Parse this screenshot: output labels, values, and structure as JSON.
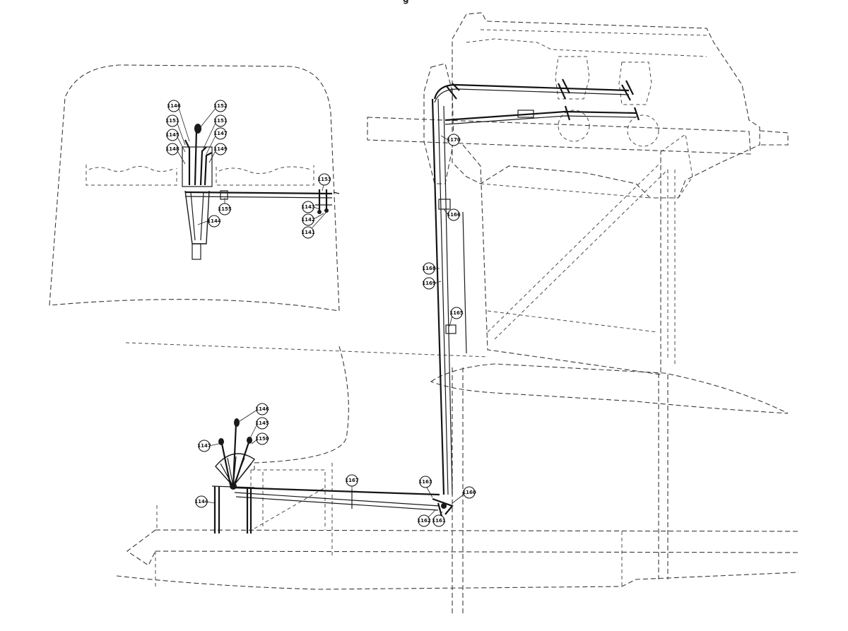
{
  "diagram": {
    "header_fragment": "g",
    "callouts": [
      {
        "id": "c1146-top",
        "label": "1146"
      },
      {
        "id": "c1152-top",
        "label": "1152"
      },
      {
        "id": "c1151-top",
        "label": "1151"
      },
      {
        "id": "c1151b-top",
        "label": "1151"
      },
      {
        "id": "c1145-top",
        "label": "1145"
      },
      {
        "id": "c1147-top",
        "label": "1147"
      },
      {
        "id": "c1148-top",
        "label": "1148"
      },
      {
        "id": "c1149-top",
        "label": "1149"
      },
      {
        "id": "c1153-top",
        "label": "1153"
      },
      {
        "id": "c1155-top",
        "label": "1155"
      },
      {
        "id": "c1143-top",
        "label": "1143"
      },
      {
        "id": "c1144-top",
        "label": "1144"
      },
      {
        "id": "c1142-top",
        "label": "1142"
      },
      {
        "id": "c1141-top",
        "label": "1141"
      },
      {
        "id": "c1170",
        "label": "1170"
      },
      {
        "id": "c1166",
        "label": "1166"
      },
      {
        "id": "c1168",
        "label": "1168"
      },
      {
        "id": "c1169",
        "label": "1169"
      },
      {
        "id": "c1165",
        "label": "1165"
      },
      {
        "id": "c1146-low",
        "label": "1146"
      },
      {
        "id": "c1145-low",
        "label": "1145"
      },
      {
        "id": "c1150-low",
        "label": "1150"
      },
      {
        "id": "c1147-low",
        "label": "1147"
      },
      {
        "id": "c1144-low",
        "label": "1144"
      },
      {
        "id": "c1167",
        "label": "1167"
      },
      {
        "id": "c1163",
        "label": "1163"
      },
      {
        "id": "c1160",
        "label": "1160"
      },
      {
        "id": "c1162",
        "label": "1162"
      },
      {
        "id": "c1161",
        "label": "1161"
      }
    ]
  },
  "colors": {
    "ink": "#1a1a1a",
    "paper": "#ffffff"
  }
}
